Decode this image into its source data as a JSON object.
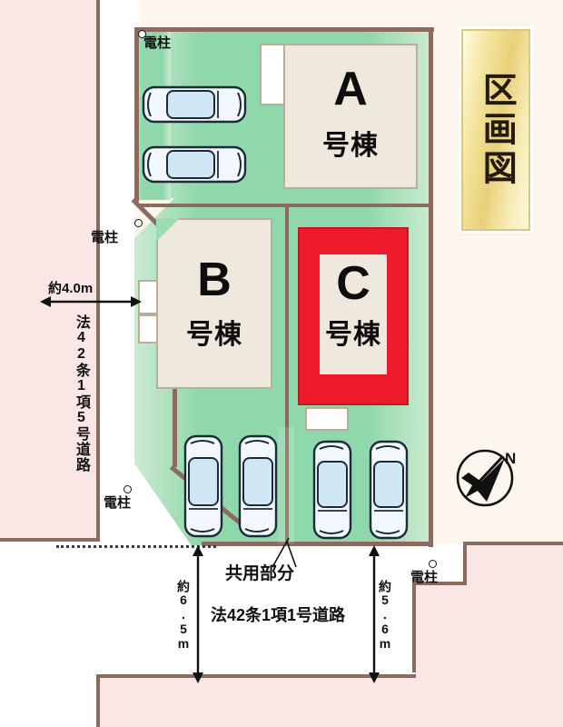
{
  "title_plate": {
    "text": "区画図"
  },
  "buildings": [
    {
      "id": "a",
      "letter": "A",
      "suffix": "号棟",
      "highlight": false
    },
    {
      "id": "b",
      "letter": "B",
      "suffix": "号棟",
      "highlight": false
    },
    {
      "id": "c",
      "letter": "C",
      "suffix": "号棟",
      "highlight": true,
      "highlight_color": "#ee1c2a"
    }
  ],
  "roads": {
    "west": {
      "width_label": "約4.0m",
      "name": "法42条1項5号道路"
    },
    "south": {
      "name": "法42条1項1号道路",
      "common_label": "共用部分"
    }
  },
  "dimensions": {
    "west_width": "約4.0m",
    "south_left_depth": "約6.5m",
    "south_right_depth": "約5.6m"
  },
  "utility_poles": [
    {
      "label": "電柱",
      "position": "top-left"
    },
    {
      "label": "電柱",
      "position": "mid-left"
    },
    {
      "label": "電柱",
      "position": "lower-left"
    },
    {
      "label": "電柱",
      "position": "bottom-right"
    }
  ],
  "compass": {
    "label": "N"
  },
  "colors": {
    "site_green": "#8fd8ab",
    "building_beige": "#efe9dd",
    "highlight_red": "#ee1c2a",
    "boundary_brown": "#8c6a5d",
    "neighbor_pink": "#fbe6e6",
    "plate_gold": "#e9d079"
  }
}
